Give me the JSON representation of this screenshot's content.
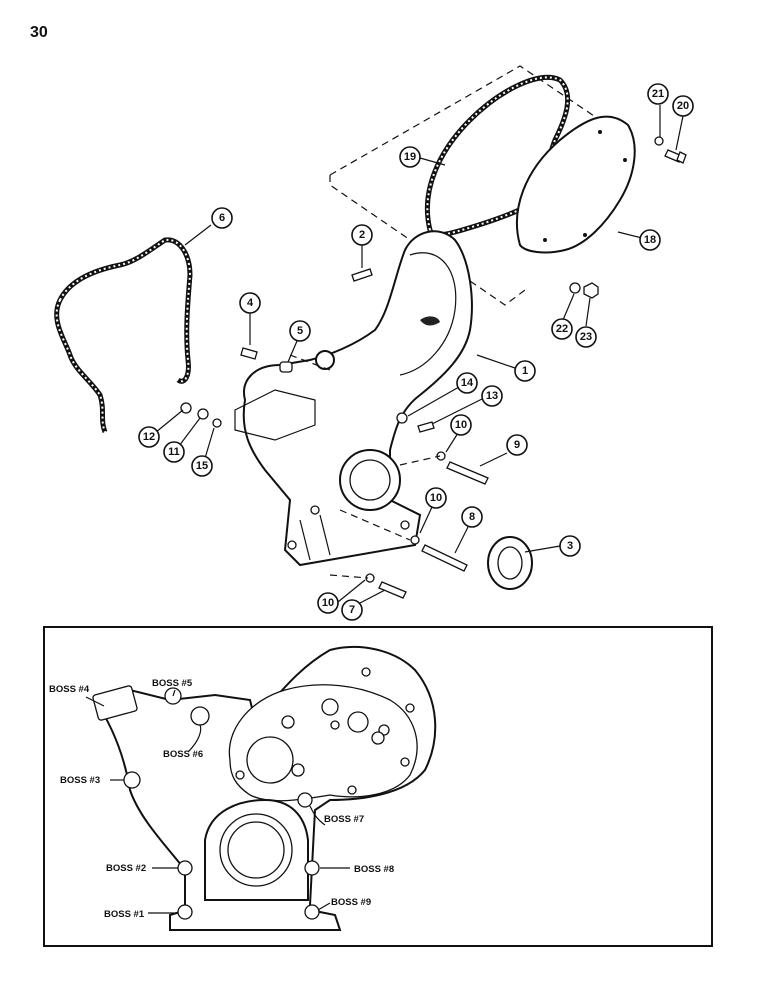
{
  "page_number": "30",
  "callouts": [
    {
      "id": "c1",
      "label": "1"
    },
    {
      "id": "c2",
      "label": "2"
    },
    {
      "id": "c3",
      "label": "3"
    },
    {
      "id": "c4",
      "label": "4"
    },
    {
      "id": "c5",
      "label": "5"
    },
    {
      "id": "c6",
      "label": "6"
    },
    {
      "id": "c7",
      "label": "7"
    },
    {
      "id": "c8",
      "label": "8"
    },
    {
      "id": "c9",
      "label": "9"
    },
    {
      "id": "c10a",
      "label": "10"
    },
    {
      "id": "c10b",
      "label": "10"
    },
    {
      "id": "c10c",
      "label": "10"
    },
    {
      "id": "c11",
      "label": "11"
    },
    {
      "id": "c12",
      "label": "12"
    },
    {
      "id": "c13",
      "label": "13"
    },
    {
      "id": "c14",
      "label": "14"
    },
    {
      "id": "c15",
      "label": "15"
    },
    {
      "id": "c18",
      "label": "18"
    },
    {
      "id": "c19",
      "label": "19"
    },
    {
      "id": "c20",
      "label": "20"
    },
    {
      "id": "c21",
      "label": "21"
    },
    {
      "id": "c22",
      "label": "22"
    },
    {
      "id": "c23",
      "label": "23"
    }
  ],
  "boss_labels": {
    "b1": "BOSS #1",
    "b2": "BOSS #2",
    "b3": "BOSS #3",
    "b4": "BOSS #4",
    "b5": "BOSS #5",
    "b6": "BOSS #6",
    "b7": "BOSS #7",
    "b8": "BOSS #8",
    "b9": "BOSS #9"
  }
}
